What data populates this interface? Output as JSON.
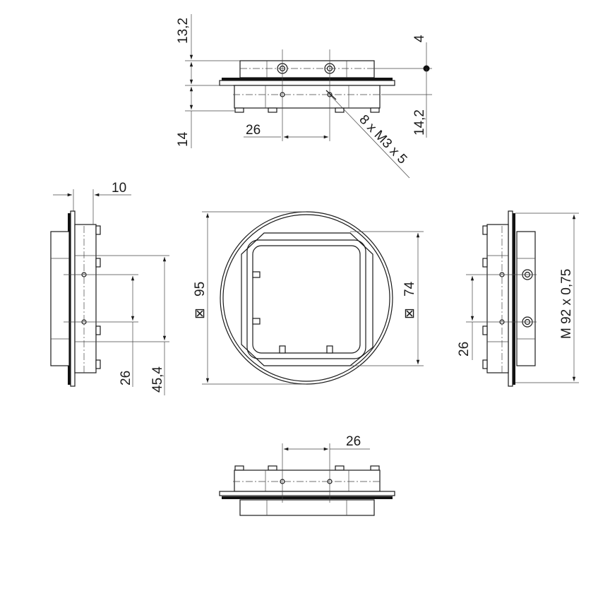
{
  "dimensions": {
    "top_height_upper": "13,2",
    "top_offset": "4",
    "top_height_lower": "14,2",
    "top_flange": "14",
    "top_spacing": "26",
    "thread_spec": "8 x M3 x 5",
    "left_thickness": "10",
    "left_spacing": "26",
    "left_height": "45,4",
    "front_outer": "95",
    "front_inner": "74",
    "square_symbol": "⊠",
    "right_spacing": "26",
    "right_thread": "M 92 x 0,75",
    "bottom_spacing": "26"
  }
}
